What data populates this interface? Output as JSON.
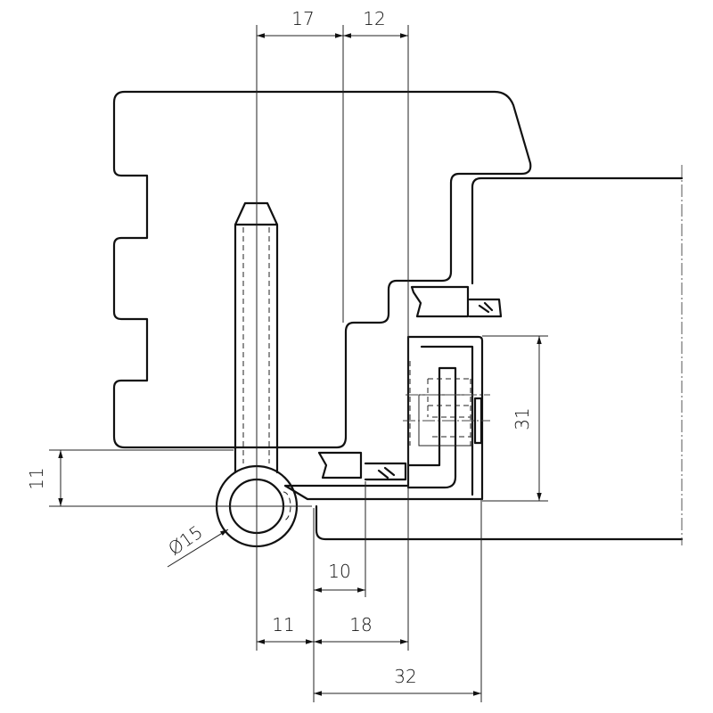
{
  "dimensions": {
    "top_left": "17",
    "top_right": "12",
    "left_vertical": "11",
    "right_vertical": "31",
    "diameter": "Ø15",
    "bottom_10": "10",
    "bottom_11": "11",
    "bottom_18": "18",
    "bottom_32": "32"
  }
}
